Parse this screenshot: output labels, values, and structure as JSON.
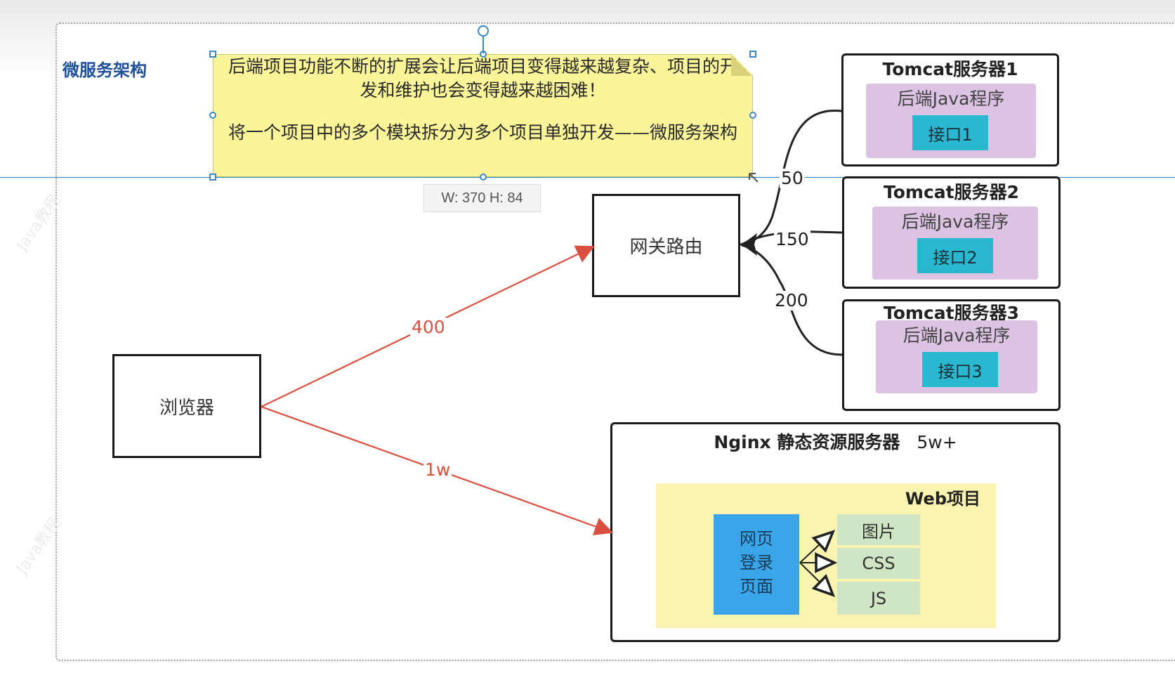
{
  "diagram": {
    "title": "微服务架构",
    "note": {
      "line1": "后端项目功能不断的扩展会让后端项目变得越来越复杂、项目的开发和维护也会变得越来越困难！",
      "line2": "将一个项目中的多个模块拆分为多个项目单独开发——微服务架构"
    },
    "size_label": "W: 370  H: 84",
    "watermark": "Java教程",
    "browser": "浏览器",
    "gateway": "网关路由",
    "servers": [
      {
        "title": "Tomcat服务器1",
        "program": "后端Java程序",
        "api": "接口1",
        "weight": "50"
      },
      {
        "title": "Tomcat服务器2",
        "program": "后端Java程序",
        "api": "接口2",
        "weight": "150"
      },
      {
        "title": "Tomcat服务器3",
        "program": "后端Java程序",
        "api": "接口3",
        "weight": "200"
      }
    ],
    "nginx": {
      "title": "Nginx 静态资源服务器",
      "traffic": "5w+",
      "web_project": "Web项目",
      "page": {
        "line1": "网页",
        "line2": "登录",
        "line3": "页面"
      },
      "resources": [
        "图片",
        "CSS",
        "JS"
      ]
    },
    "edges": {
      "to_gateway": "400",
      "to_nginx": "1w"
    },
    "colors": {
      "note_fill": "#fbf59a",
      "arrow_red": "#d9503f",
      "server_inner": "#dcc2e3",
      "api_fill": "#29b8d0",
      "web_area": "#fbf4b0",
      "page_fill": "#3aa5e8",
      "resource_fill": "#cfe5c4",
      "selection_blue": "#3a86c8"
    }
  }
}
